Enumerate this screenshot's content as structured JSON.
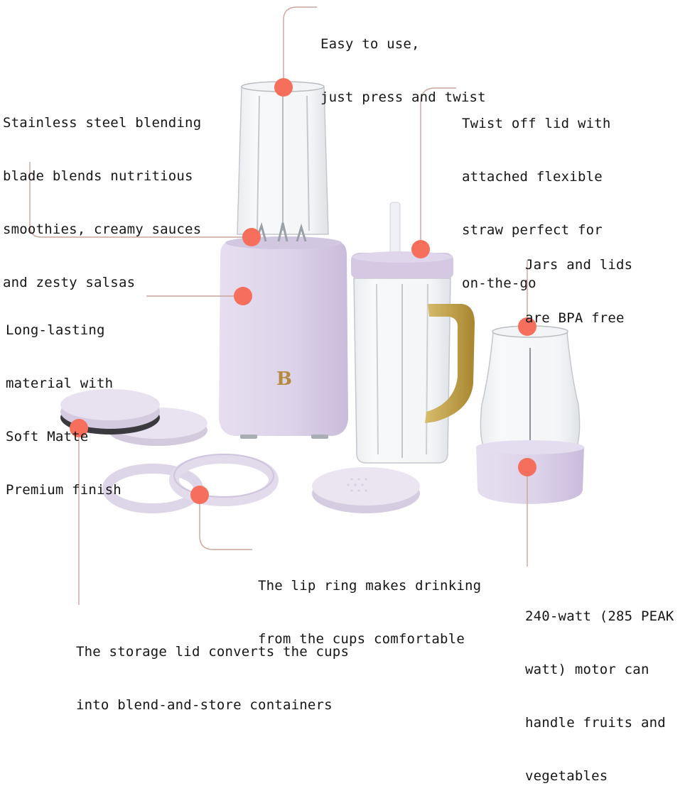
{
  "infographic": {
    "product": "Personal blender set",
    "brand_mark": "B",
    "colors": {
      "accent_dot": "#f56f5c",
      "connector_line": "#c9a59e",
      "lavender_body": "#dcd3e8",
      "gold_handle": "#b8973e",
      "text": "#161616"
    },
    "callouts": [
      {
        "id": "easy-to-use",
        "lines": [
          "Easy to use,",
          "just press and twist"
        ]
      },
      {
        "id": "blade",
        "lines": [
          "Stainless steel blending",
          "blade blends nutritious",
          "smoothies, creamy sauces",
          "and zesty salsas"
        ]
      },
      {
        "id": "twist-lid",
        "lines": [
          "Twist off lid with",
          "attached flexible",
          "straw perfect for",
          "on-the-go"
        ]
      },
      {
        "id": "bpa-free",
        "lines": [
          "Jars and lids",
          "are BPA free"
        ]
      },
      {
        "id": "matte-finish",
        "lines": [
          "Long-lasting",
          "material with",
          "Soft Matte",
          "Premium finish"
        ]
      },
      {
        "id": "lip-ring",
        "lines": [
          "The lip ring makes drinking",
          "from the cups comfortable"
        ]
      },
      {
        "id": "storage-lid",
        "lines": [
          "The storage lid converts the cups",
          "into blend-and-store containers"
        ]
      },
      {
        "id": "motor",
        "lines": [
          "240-watt (285 PEAK",
          "watt) motor can",
          "handle fruits and",
          "vegetables"
        ]
      }
    ]
  }
}
